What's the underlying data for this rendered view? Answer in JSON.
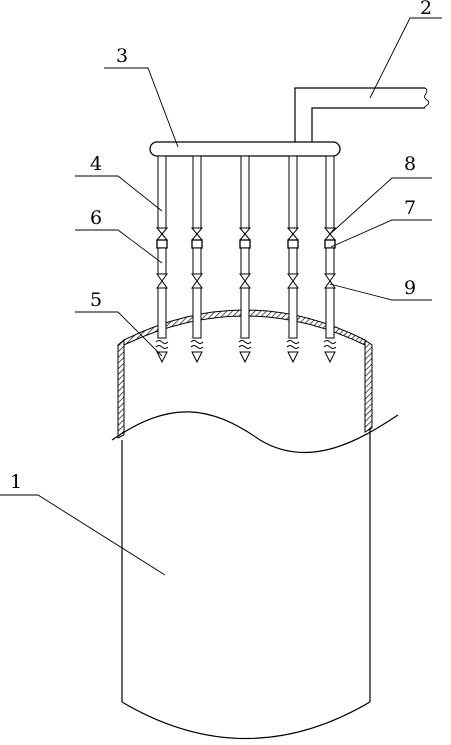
{
  "figure": {
    "callouts": [
      {
        "id": "1",
        "text": "1"
      },
      {
        "id": "2",
        "text": "2"
      },
      {
        "id": "3",
        "text": "3"
      },
      {
        "id": "4",
        "text": "4"
      },
      {
        "id": "5",
        "text": "5"
      },
      {
        "id": "6",
        "text": "6"
      },
      {
        "id": "7",
        "text": "7"
      },
      {
        "id": "8",
        "text": "8"
      },
      {
        "id": "9",
        "text": "9"
      }
    ],
    "pipe_count": 5,
    "colors": {
      "line": "#000000",
      "background": "#ffffff",
      "hatch": "#000000"
    }
  }
}
